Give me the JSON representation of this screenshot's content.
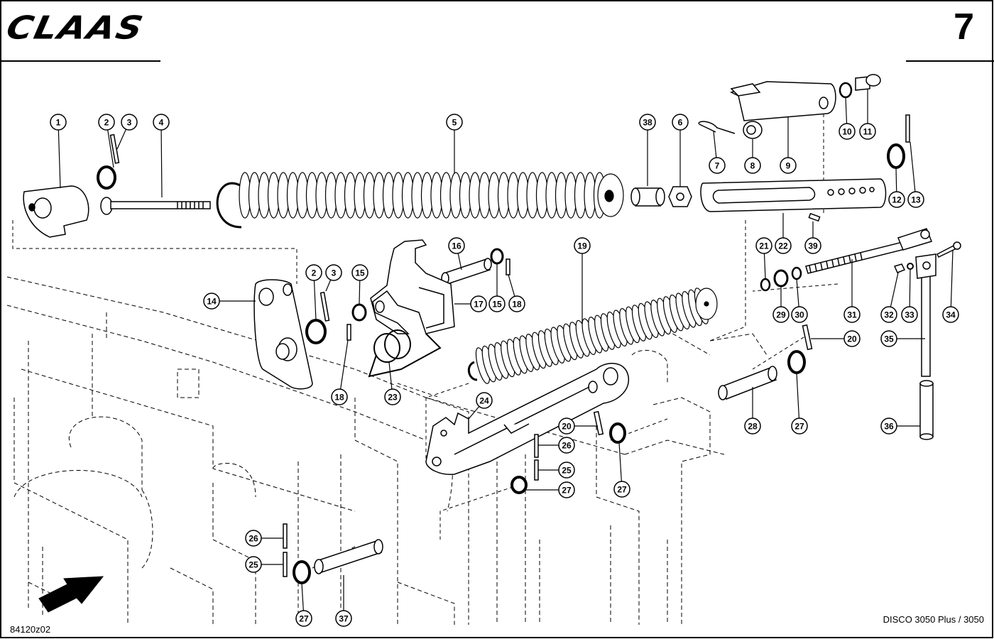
{
  "header": {
    "brand": "CLAAS",
    "page_number": "7"
  },
  "footer": {
    "drawing_code": "84120z02",
    "model": "DISCO 3050 Plus / 3050"
  },
  "callouts": [
    "1",
    "2",
    "3",
    "4",
    "5",
    "38",
    "6",
    "7",
    "8",
    "9",
    "10",
    "11",
    "12",
    "13",
    "22",
    "39",
    "21",
    "29",
    "30",
    "31",
    "32",
    "33",
    "34",
    "35",
    "36",
    "20",
    "27",
    "28",
    "19",
    "16",
    "15",
    "18",
    "17",
    "14",
    "2",
    "3",
    "15",
    "18",
    "23",
    "24",
    "20",
    "26",
    "25",
    "27",
    "27",
    "26",
    "25",
    "27",
    "37"
  ]
}
